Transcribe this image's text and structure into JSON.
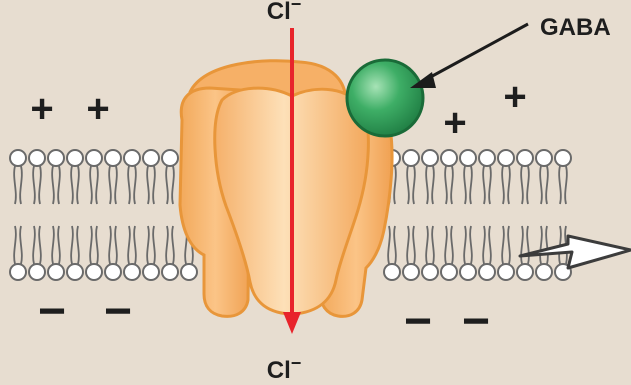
{
  "ion_top": "Cl",
  "ion_bottom": "Cl",
  "ion_charge": "−",
  "ligand_label": "GABA",
  "outside_charges": [
    "+",
    "+",
    "+",
    "+"
  ],
  "inside_charges": [
    "−",
    "−",
    "−",
    "−"
  ],
  "colors": {
    "background": "#e7ddd0",
    "channel_fill": "#f7b46a",
    "channel_highlight": "#fcd6a8",
    "channel_outline": "#e8963a",
    "gaba": "#2fa15a",
    "ion_arrow": "#e8242b",
    "pointer_arrow": "#1c1c1c",
    "lipid": "#6a6a6a"
  }
}
